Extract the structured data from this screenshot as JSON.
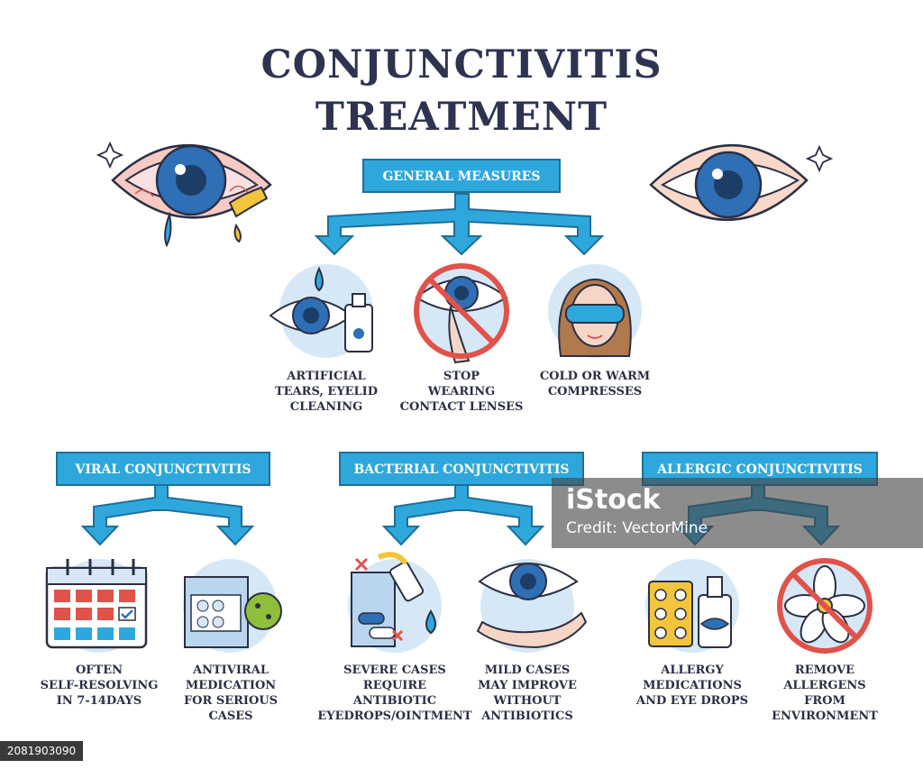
{
  "title": {
    "line1": "CONJUNCTIVITIS",
    "line2": "TREATMENT"
  },
  "general": {
    "header": "GENERAL MEASURES",
    "items": [
      {
        "label": [
          "ARTIFICIAL",
          "TEARS, EYELID",
          "CLEANING"
        ],
        "icon": "eye-drops-icon"
      },
      {
        "label": [
          "STOP",
          "WEARING",
          "CONTACT LENSES"
        ],
        "icon": "no-contact-lens-icon"
      },
      {
        "label": [
          "COLD OR WARM",
          "COMPRESSES"
        ],
        "icon": "eye-mask-icon"
      }
    ]
  },
  "viral": {
    "header": "VIRAL CONJUNCTIVITIS",
    "items": [
      {
        "label": [
          "OFTEN",
          "SELF-RESOLVING",
          "IN 7-14DAYS"
        ],
        "icon": "calendar-icon"
      },
      {
        "label": [
          "ANTIVIRAL",
          "MEDICATION",
          "FOR SERIOUS CASES"
        ],
        "icon": "antiviral-pills-icon"
      }
    ]
  },
  "bacterial": {
    "header": "BACTERIAL CONJUNCTIVITIS",
    "items": [
      {
        "label": [
          "SEVERE CASES",
          "REQUIRE",
          "ANTIBIOTIC",
          "EYEDROPS/OINTMENT"
        ],
        "icon": "antibiotics-icon"
      },
      {
        "label": [
          "MILD CASES",
          "MAY IMPROVE",
          "WITHOUT",
          "ANTIBIOTICS"
        ],
        "icon": "healing-eye-icon"
      }
    ]
  },
  "allergic": {
    "header": "ALLERGIC CONJUNCTIVITIS",
    "items": [
      {
        "label": [
          "ALLERGY",
          "MEDICATIONS",
          "AND EYE DROPS"
        ],
        "icon": "allergy-meds-icon"
      },
      {
        "label": [
          "REMOVE",
          "ALLERGENS FROM",
          "ENVIRONMENT"
        ],
        "icon": "no-flower-icon"
      }
    ]
  },
  "watermark": {
    "brand": "iStock",
    "credit": "Credit: VectorMine"
  },
  "image_id": "2081903090",
  "colors": {
    "accent": "#2ea8dc",
    "accent_dark": "#1f6f98",
    "iris": "#2f6fb5",
    "circle_bg": "#d6e8f6",
    "inflamed": "#f2b7b7"
  }
}
